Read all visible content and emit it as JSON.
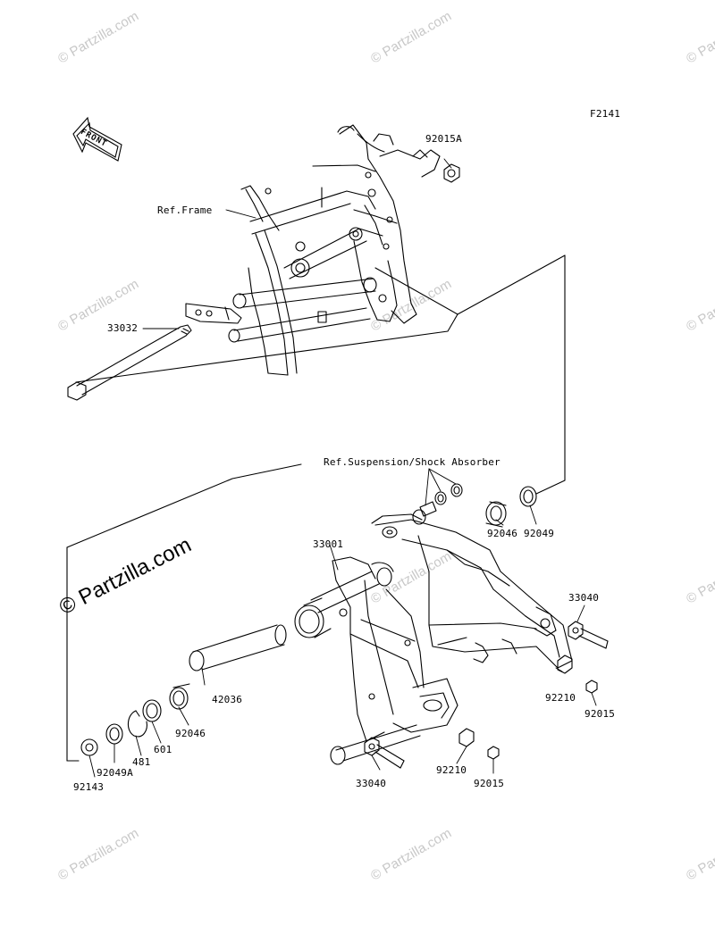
{
  "diagram": {
    "figure_code": "F2141",
    "front_label": "FRONT",
    "ref_labels": {
      "frame": "Ref.Frame",
      "suspension": "Ref.Suspension/Shock Absorber"
    },
    "parts": [
      {
        "id": "p92015A",
        "label": "92015A"
      },
      {
        "id": "p33032",
        "label": "33032"
      },
      {
        "id": "p33001",
        "label": "33001"
      },
      {
        "id": "p92046a",
        "label": "92046"
      },
      {
        "id": "p92049",
        "label": "92049"
      },
      {
        "id": "p33040a",
        "label": "33040"
      },
      {
        "id": "p92210a",
        "label": "92210"
      },
      {
        "id": "p92015a",
        "label": "92015"
      },
      {
        "id": "p42036",
        "label": "42036"
      },
      {
        "id": "p92046b",
        "label": "92046"
      },
      {
        "id": "p601",
        "label": "601"
      },
      {
        "id": "p481",
        "label": "481"
      },
      {
        "id": "p92049A",
        "label": "92049A"
      },
      {
        "id": "p92143",
        "label": "92143"
      },
      {
        "id": "p33040b",
        "label": "33040"
      },
      {
        "id": "p92210b",
        "label": "92210"
      },
      {
        "id": "p92015b",
        "label": "92015"
      }
    ]
  },
  "watermark": {
    "text": "© Partzilla.com"
  }
}
